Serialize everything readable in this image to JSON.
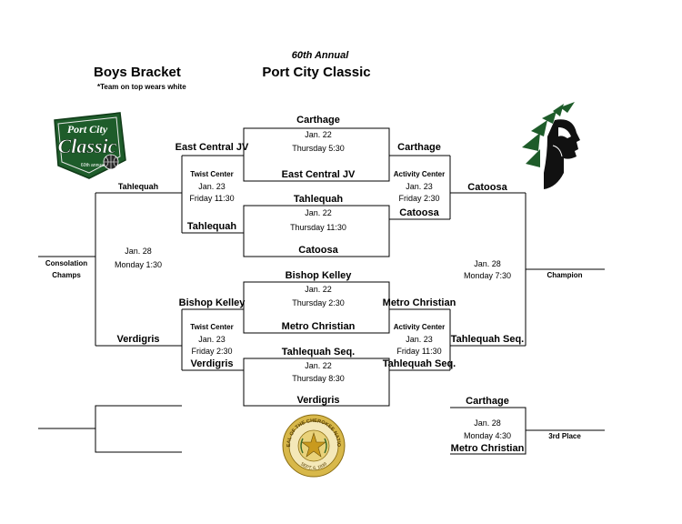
{
  "header": {
    "annual": "60th Annual",
    "title": "Port City Classic",
    "bracket_title": "Boys Bracket",
    "note": "*Team on top wears white"
  },
  "logo_left": {
    "line1": "Port City",
    "line2": "Classic",
    "sub": "60th annual"
  },
  "seal": {
    "top_text": "SEAL OF THE CHEROKEE NATION",
    "bottom_text": "SEPT. 6, 1839"
  },
  "round1": {
    "g1": {
      "top": "Carthage",
      "date": "Jan. 22",
      "day_time": "Thursday   5:30",
      "bottom": "East Central JV"
    },
    "g2": {
      "top": "Tahlequah",
      "date": "Jan. 22",
      "day_time": "Thursday   11:30",
      "bottom": "Catoosa"
    },
    "g3": {
      "top": "Bishop Kelley",
      "date": "Jan. 22",
      "day_time": "Thursday   2:30",
      "bottom": "Metro Christian"
    },
    "g4": {
      "top": "Tahlequah Seq.",
      "date": "Jan. 22",
      "day_time": "Thursday   8:30",
      "bottom": "Verdigris"
    }
  },
  "left_semis": {
    "top": {
      "team_a": "East Central JV",
      "venue": "Twist Center",
      "date": "Jan. 23",
      "day_time": "Friday   11:30",
      "team_b": "Tahlequah"
    },
    "bottom": {
      "team_a": "Bishop Kelley",
      "venue": "Twist Center",
      "date": "Jan. 23",
      "day_time": "Friday   2:30",
      "team_b": "Verdigris"
    }
  },
  "right_semis": {
    "top": {
      "team_a": "Carthage",
      "venue": "Activity Center",
      "date": "Jan. 23",
      "day_time": "Friday   2:30",
      "team_b": "Catoosa"
    },
    "bottom": {
      "team_a": "Metro Christian",
      "venue": "Activity Center",
      "date": "Jan. 23",
      "day_time": "Friday   11:30",
      "team_b": "Tahlequah Seq."
    }
  },
  "consolation": {
    "team_a": "Tahlequah",
    "date": "Jan. 28",
    "day_time": "Monday  1:30",
    "team_b": "Verdigris",
    "label_line1": "Consolation",
    "label_line2": "Champs"
  },
  "championship": {
    "team_a": "Catoosa",
    "date": "Jan. 28",
    "day_time": "Monday   7:30",
    "team_b": "Tahlequah Seq.",
    "label": "Champion"
  },
  "third_place": {
    "team_a": "Carthage",
    "date": "Jan. 28",
    "day_time": "Monday   4:30",
    "team_b": "Metro Christian",
    "label": "3rd Place"
  },
  "colors": {
    "logo_green": "#1e5c2a",
    "seal_gold": "#c9a227",
    "text": "#000000"
  }
}
